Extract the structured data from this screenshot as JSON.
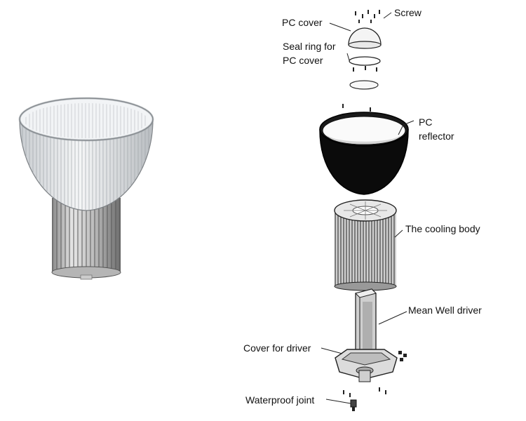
{
  "labels": {
    "screw": "Screw",
    "pc_cover": "PC cover",
    "seal_ring_line1": "Seal ring for",
    "seal_ring_line2": "PC cover",
    "pc_reflector_line1": "PC",
    "pc_reflector_line2": "reflector",
    "cooling_body": "The cooling body",
    "driver": "Mean Well driver",
    "cover_for_driver": "Cover for driver",
    "waterproof_joint": "Waterproof joint"
  },
  "colors": {
    "line": "#222222",
    "dark_reflector": "#0b0b0b",
    "clear_reflector": "#e9ecef",
    "fin_light": "#dcdcdc",
    "fin_dark": "#6a6a6a"
  }
}
